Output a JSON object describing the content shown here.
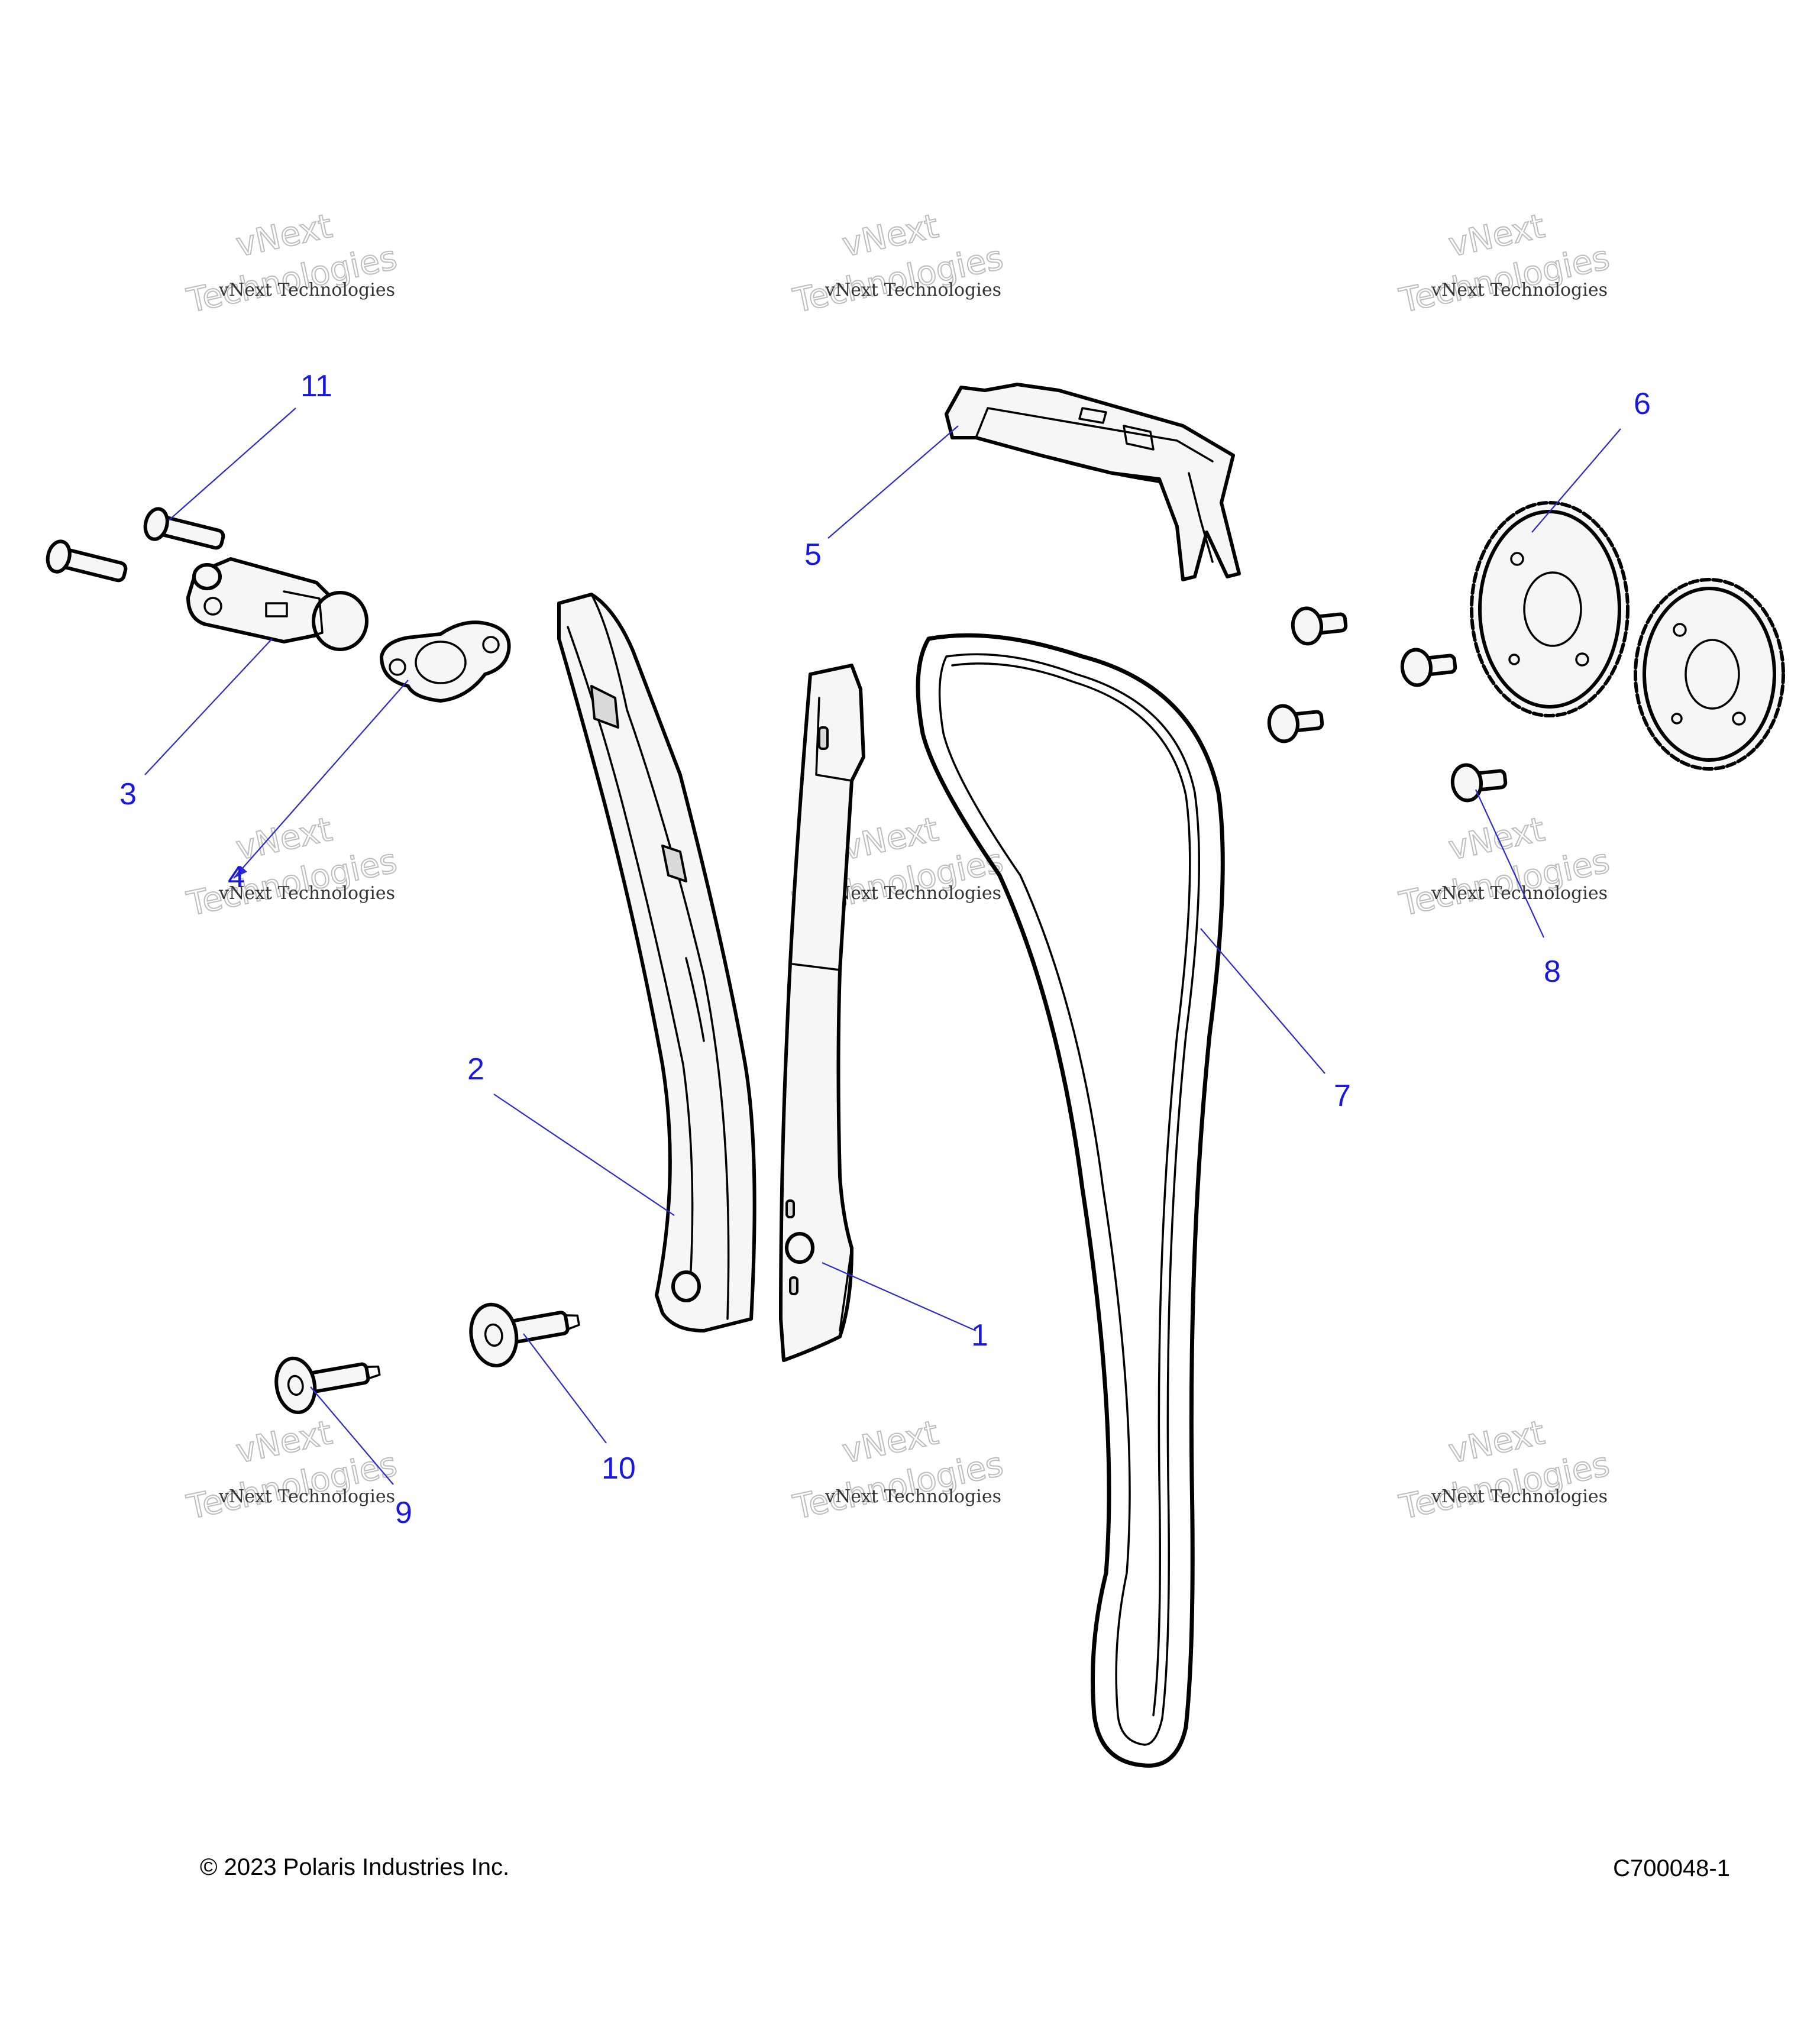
{
  "callouts": [
    {
      "label": "1"
    },
    {
      "label": "2"
    },
    {
      "label": "3"
    },
    {
      "label": "4"
    },
    {
      "label": "5"
    },
    {
      "label": "6"
    },
    {
      "label": "7"
    },
    {
      "label": "8"
    },
    {
      "label": "9"
    },
    {
      "label": "10"
    },
    {
      "label": "11"
    }
  ],
  "watermark": {
    "line_small": "vNext Technologies",
    "line_big_1": "vNext",
    "line_big_2": "Technologies"
  },
  "footer": {
    "copyright": "© 2023 Polaris Industries Inc.",
    "figure_id": "C700048-1"
  },
  "colors": {
    "callout": "#1818e0",
    "leader": "#2a2ad0",
    "part_fill": "#f6f6f6"
  }
}
